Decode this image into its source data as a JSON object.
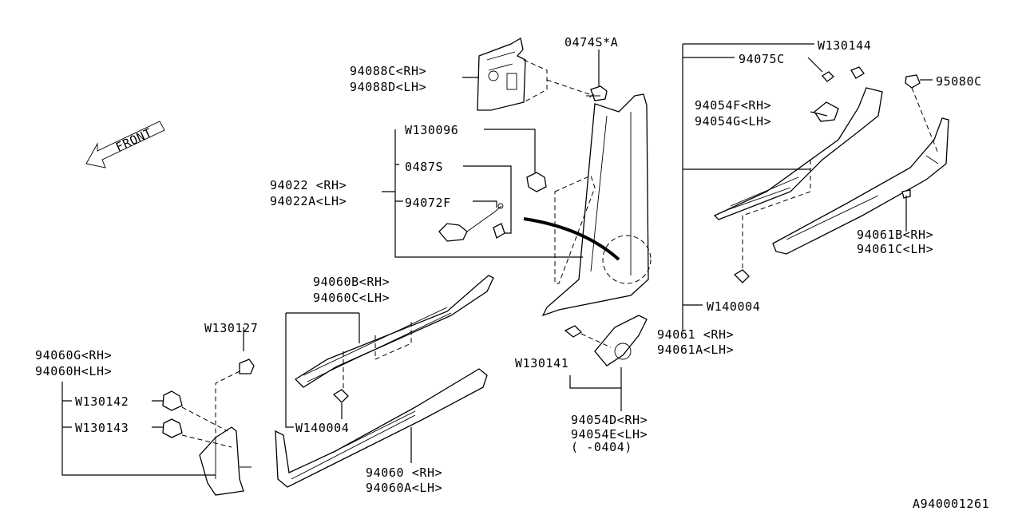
{
  "labels": {
    "front": "FRONT"
  },
  "diagram_id": "A940001261",
  "callouts": [
    "94088C<RH>",
    "94088D<LH>",
    "0474S*A",
    "W130096",
    "0487S",
    "94072F",
    "94022 <RH>",
    "94022A<LH>",
    "W130144",
    "94075C",
    "95080C",
    "94054F<RH>",
    "94054G<LH>",
    "94061B<RH>",
    "94061C<LH>",
    "W140004",
    "94061 <RH>",
    "94061A<LH>",
    "94060B<RH>",
    "94060C<LH>",
    "W130127",
    "94060G<RH>",
    "94060H<LH>",
    "W130142",
    "W130143",
    "W140004",
    "W130141",
    "94054D<RH>",
    "94054E<LH>",
    "( -0404)",
    "94060 <RH>",
    "94060A<LH>"
  ]
}
